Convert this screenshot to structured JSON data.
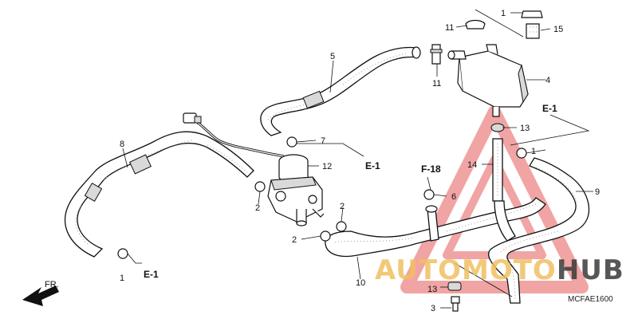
{
  "diagram": {
    "code": "MCFAE1600",
    "direction_label": "FR."
  },
  "callouts": [
    {
      "id": "c1a",
      "text": "1"
    },
    {
      "id": "c1b",
      "text": "1"
    },
    {
      "id": "c1c",
      "text": "1"
    },
    {
      "id": "c2a",
      "text": "2"
    },
    {
      "id": "c2b",
      "text": "2"
    },
    {
      "id": "c2c",
      "text": "2"
    },
    {
      "id": "c3",
      "text": "3"
    },
    {
      "id": "c4",
      "text": "4"
    },
    {
      "id": "c5",
      "text": "5"
    },
    {
      "id": "c6",
      "text": "6"
    },
    {
      "id": "c7",
      "text": "7"
    },
    {
      "id": "c8",
      "text": "8"
    },
    {
      "id": "c9",
      "text": "9"
    },
    {
      "id": "c10",
      "text": "10"
    },
    {
      "id": "c11a",
      "text": "11"
    },
    {
      "id": "c11b",
      "text": "11"
    },
    {
      "id": "c12",
      "text": "12"
    },
    {
      "id": "c13a",
      "text": "13"
    },
    {
      "id": "c13b",
      "text": "13"
    },
    {
      "id": "c14",
      "text": "14"
    },
    {
      "id": "c15",
      "text": "15"
    }
  ],
  "references": [
    {
      "id": "r1",
      "text": "E-1"
    },
    {
      "id": "r2",
      "text": "E-1"
    },
    {
      "id": "r3",
      "text": "E-1"
    },
    {
      "id": "r4",
      "text": "F-18"
    }
  ],
  "watermark": {
    "part1": "AUTO",
    "part2": "MOTO",
    "part3": "HUB",
    "color_gold": "#f0c060",
    "color_dark": "#3a3a3a",
    "color_red": "#e65a5a"
  }
}
